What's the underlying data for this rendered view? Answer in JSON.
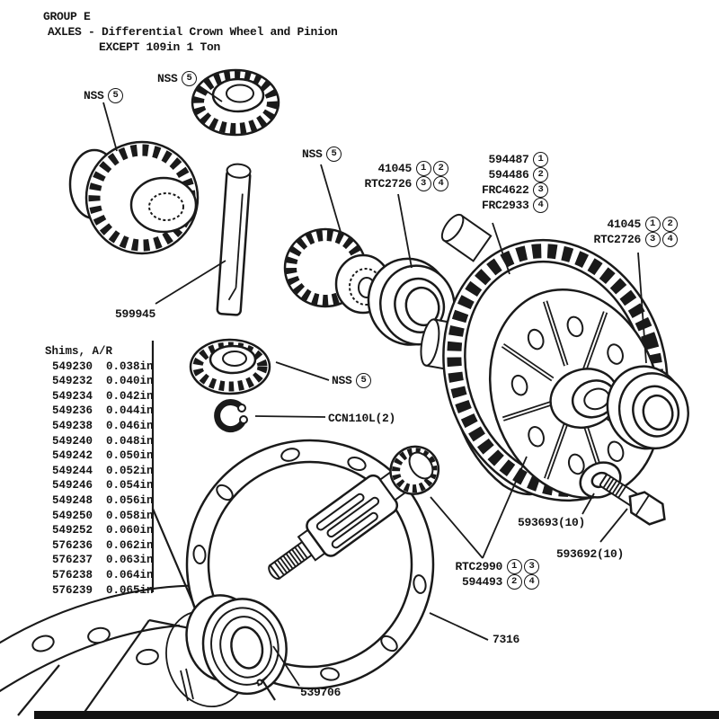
{
  "colors": {
    "highlight_yellow": "#F3EB3A",
    "ink": "#1A1A1A"
  },
  "header": {
    "group": "GROUP E",
    "title": "AXLES - Differential Crown Wheel and Pinion",
    "subtitle": "EXCEPT 109in 1 Ton"
  },
  "callouts": {
    "nss_left": {
      "text": "NSS",
      "badge": "5"
    },
    "nss_top": {
      "text": "NSS",
      "badge": "5"
    },
    "nss_mid": {
      "text": "NSS",
      "badge": "5"
    },
    "nss_small": {
      "text": "NSS",
      "badge": "5"
    },
    "bearing_left": {
      "rows": [
        {
          "text": "41045",
          "badges": [
            "1",
            "2"
          ]
        },
        {
          "text": "RTC2726",
          "badges": [
            "3",
            "4"
          ]
        }
      ]
    },
    "diff_case": {
      "rows": [
        {
          "text": "594487",
          "badges": [
            "1"
          ]
        },
        {
          "text": "594486",
          "badges": [
            "2"
          ]
        },
        {
          "text": "FRC4622",
          "badges": [
            "3"
          ]
        },
        {
          "text": "FRC2933",
          "badges": [
            "4"
          ]
        }
      ]
    },
    "bearing_right": {
      "rows": [
        {
          "text": "41045",
          "badges": [
            "1",
            "2"
          ]
        },
        {
          "text": "RTC2726",
          "badges": [
            "3",
            "4"
          ]
        }
      ]
    },
    "pinion_pair": {
      "rows": [
        {
          "text": "RTC2990",
          "badges": [
            "1",
            "3"
          ]
        },
        {
          "text": "594493",
          "badges": [
            "2",
            "4"
          ]
        }
      ]
    },
    "cross_shaft": "599945",
    "circlip": "CCN110L(2)",
    "washer": "593693(10)",
    "bolt": "593692(10)",
    "gasket": "7316",
    "oil_seal": "539706"
  },
  "shims": {
    "title": "Shims, A/R",
    "rows": [
      {
        "part": "549230",
        "size": "0.038in"
      },
      {
        "part": "549232",
        "size": "0.040in"
      },
      {
        "part": "549234",
        "size": "0.042in"
      },
      {
        "part": "549236",
        "size": "0.044in"
      },
      {
        "part": "549238",
        "size": "0.046in"
      },
      {
        "part": "549240",
        "size": "0.048in"
      },
      {
        "part": "549242",
        "size": "0.050in"
      },
      {
        "part": "549244",
        "size": "0.052in"
      },
      {
        "part": "549246",
        "size": "0.054in"
      },
      {
        "part": "549248",
        "size": "0.056in"
      },
      {
        "part": "549250",
        "size": "0.058in"
      },
      {
        "part": "549252",
        "size": "0.060in"
      },
      {
        "part": "576236",
        "size": "0.062in"
      },
      {
        "part": "576237",
        "size": "0.063in"
      },
      {
        "part": "576238",
        "size": "0.064in"
      },
      {
        "part": "576239",
        "size": "0.065in"
      }
    ]
  }
}
